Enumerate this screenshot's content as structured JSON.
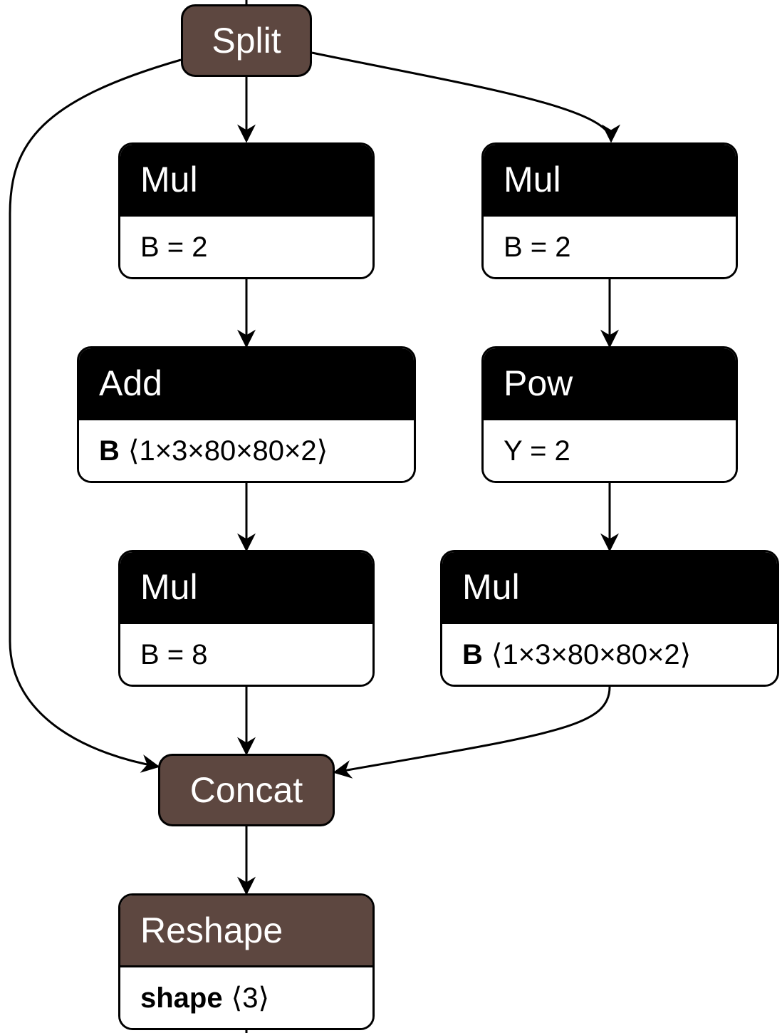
{
  "nodes": {
    "split": {
      "title": "Split"
    },
    "mul_left_1": {
      "title": "Mul",
      "attr": "B = 2"
    },
    "mul_right_1": {
      "title": "Mul",
      "attr": "B = 2"
    },
    "add": {
      "title": "Add",
      "attr_name": "B",
      "attr_value": "⟨1×3×80×80×2⟩"
    },
    "pow": {
      "title": "Pow",
      "attr": "Y = 2"
    },
    "mul_left_2": {
      "title": "Mul",
      "attr": "B = 8"
    },
    "mul_right_2": {
      "title": "Mul",
      "attr_name": "B",
      "attr_value": "⟨1×3×80×80×2⟩"
    },
    "concat": {
      "title": "Concat"
    },
    "reshape": {
      "title": "Reshape",
      "attr_name": "shape",
      "attr_value": "⟨3⟩"
    }
  },
  "colors": {
    "operator_header": "#000000",
    "tensor_op_header": "#5d4740",
    "edge": "#000000"
  }
}
